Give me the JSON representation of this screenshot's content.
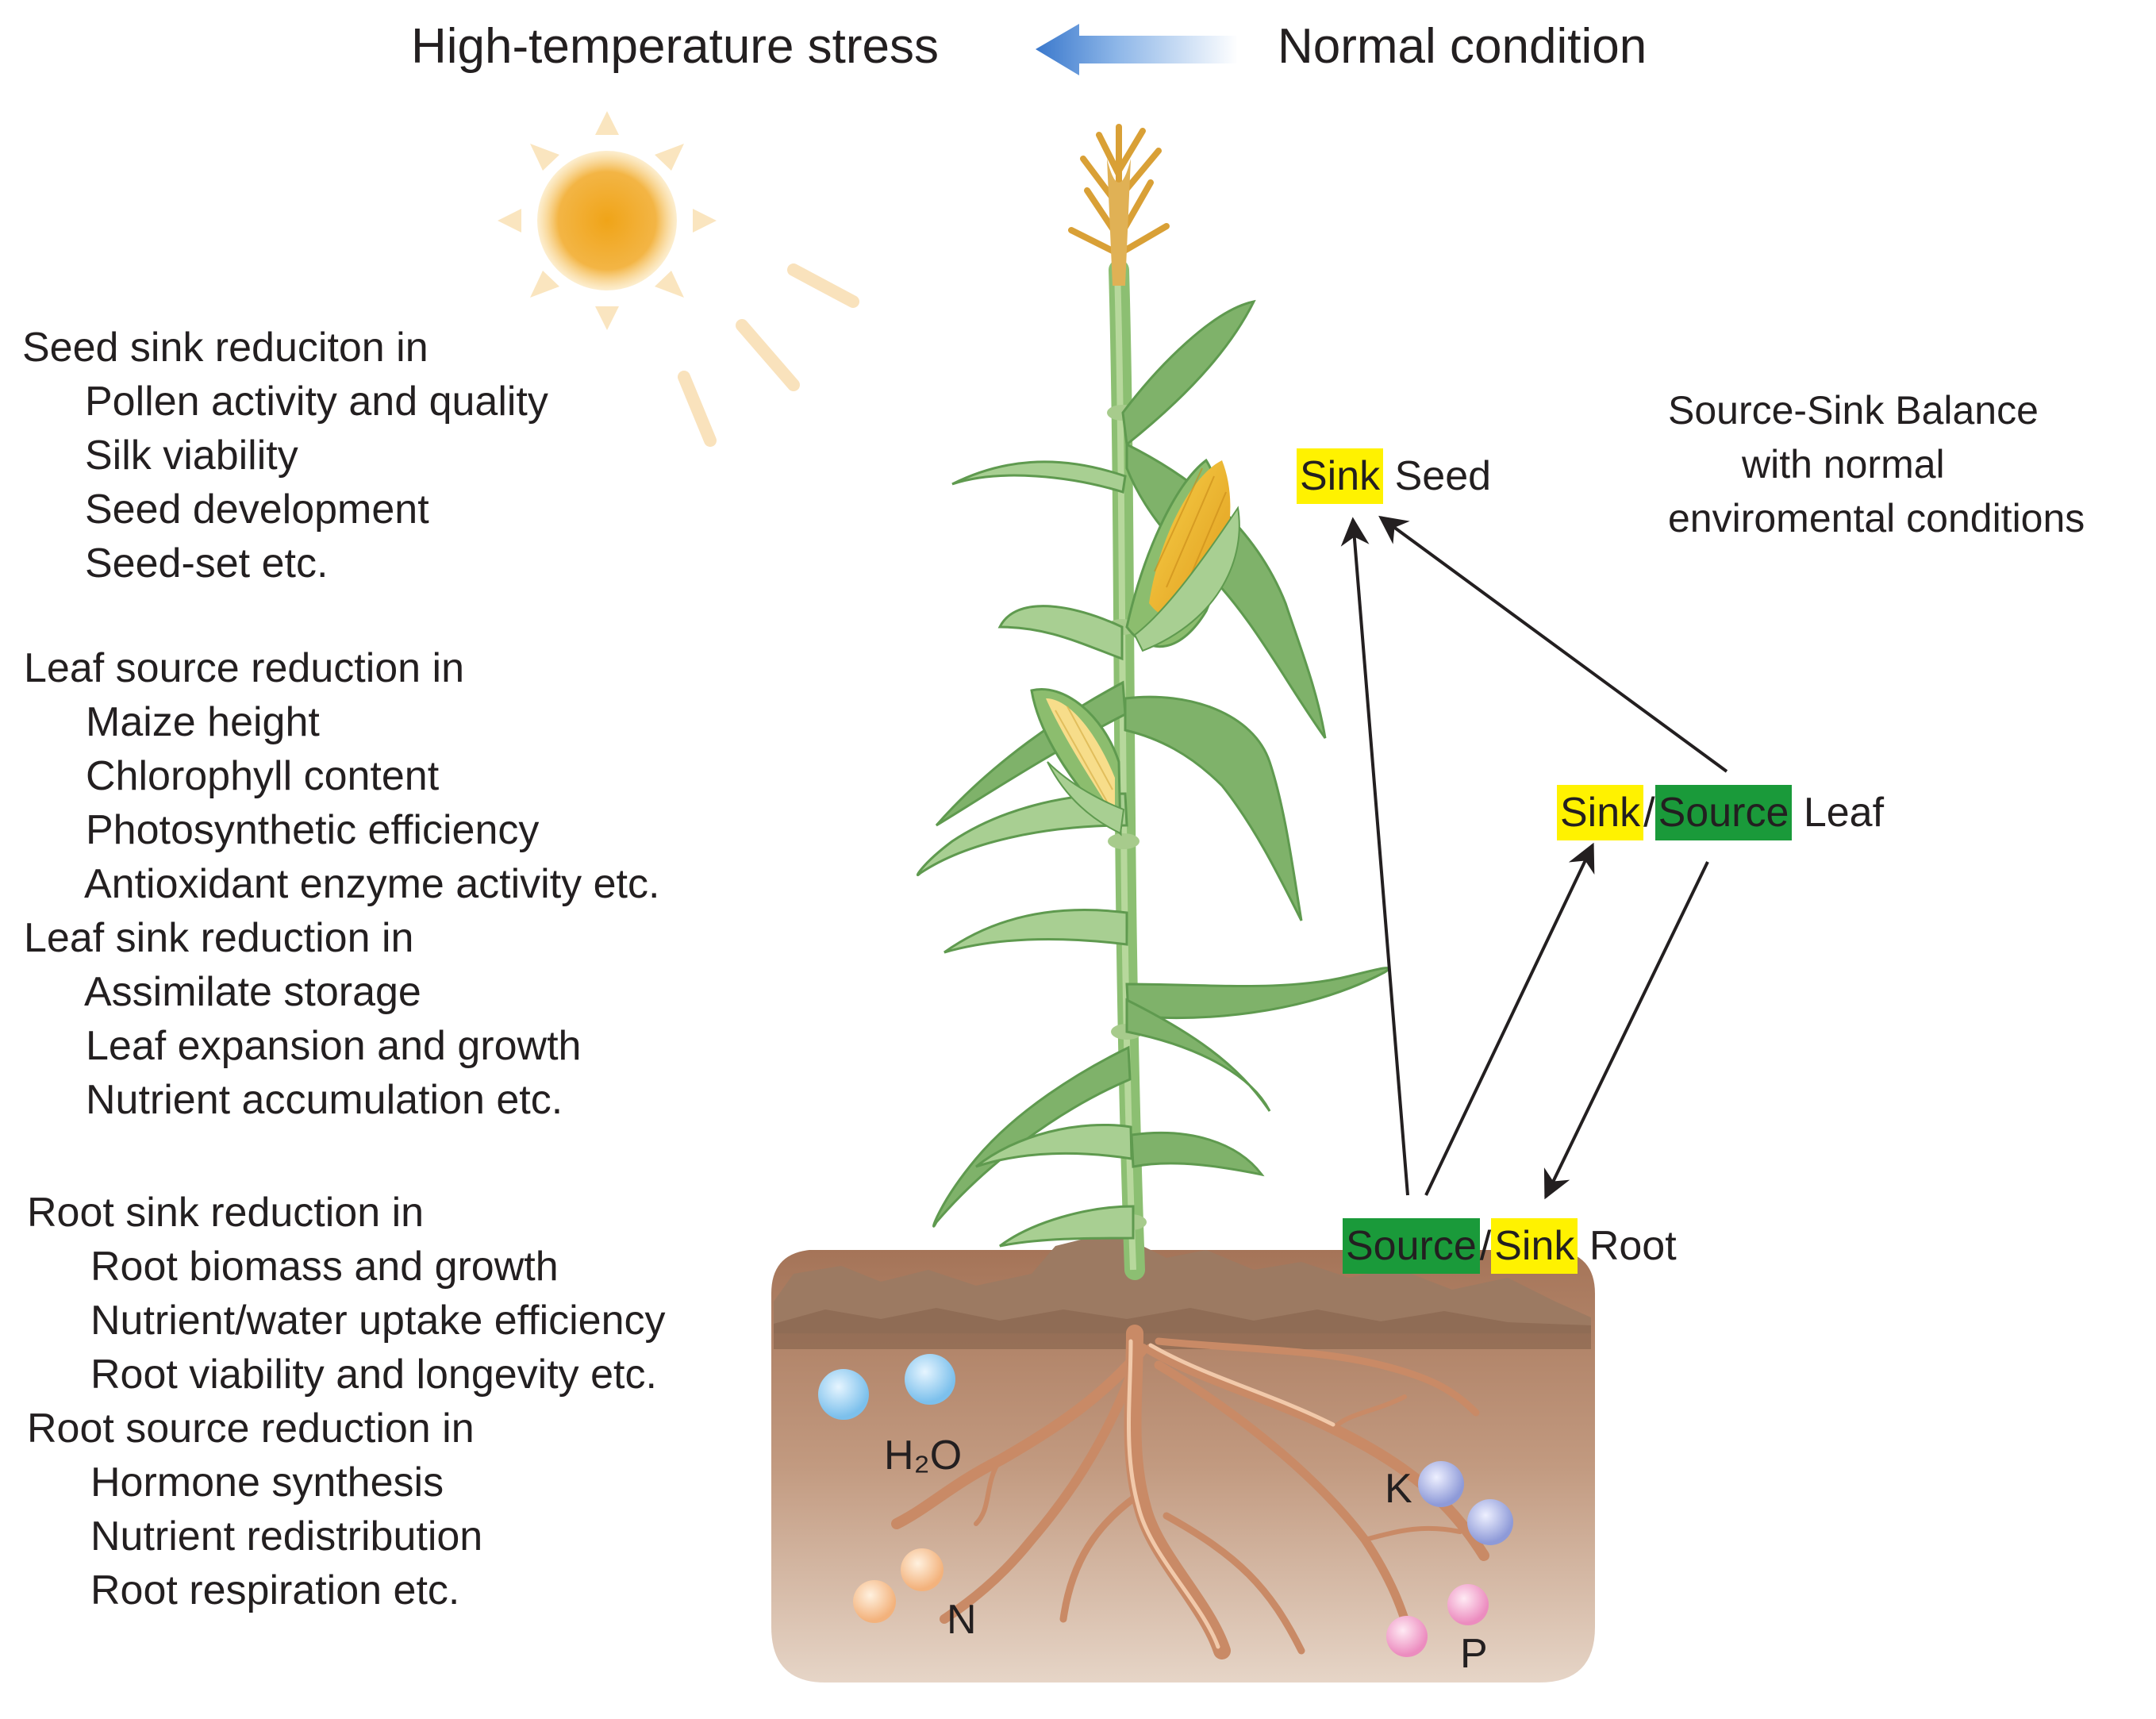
{
  "header": {
    "stress_label": "High-temperature stress",
    "normal_label": "Normal condition"
  },
  "seed_list": {
    "title": "Seed sink reduciton in",
    "items": [
      "Pollen activity and quality",
      "Silk viability",
      "Seed development",
      "Seed-set  etc."
    ]
  },
  "leaf_source_list": {
    "title": "Leaf source reduction in",
    "items": [
      "Maize height",
      "Chlorophyll content",
      "Photosynthetic efficiency",
      "Antioxidant enzyme activity etc."
    ]
  },
  "leaf_sink_list": {
    "title": "Leaf sink reduction in",
    "items": [
      "Assimilate storage",
      "Leaf expansion and growth",
      "Nutrient accumulation etc."
    ]
  },
  "root_sink_list": {
    "title": "Root sink reduction in",
    "items": [
      "Root biomass and growth",
      "Nutrient/water uptake efficiency",
      "Root viability and longevity etc."
    ]
  },
  "root_source_list": {
    "title": "Root source reduction in",
    "items": [
      "Hormone synthesis",
      "Nutrient redistribution",
      "Root respiration etc."
    ]
  },
  "balance_note": {
    "lines": [
      "Source-Sink Balance",
      "with normal",
      "enviromental conditions"
    ]
  },
  "nodes": {
    "seed": {
      "sink": "Sink",
      "name": "Seed"
    },
    "leaf": {
      "sink": "Sink",
      "sep": "/",
      "source": "Source",
      "name": "Leaf"
    },
    "root": {
      "source": "Source",
      "sep": "/",
      "sink": "Sink",
      "name": "Root"
    }
  },
  "soil": {
    "water": "H₂O",
    "nitrogen": "N",
    "potassium": "K",
    "phosphorus": "P"
  },
  "colors": {
    "sink_highlight": "#fff200",
    "source_highlight": "#1a9a3a",
    "arrow": "#4a86d0",
    "sun": "#f0a818",
    "soil": "#b5866a"
  }
}
